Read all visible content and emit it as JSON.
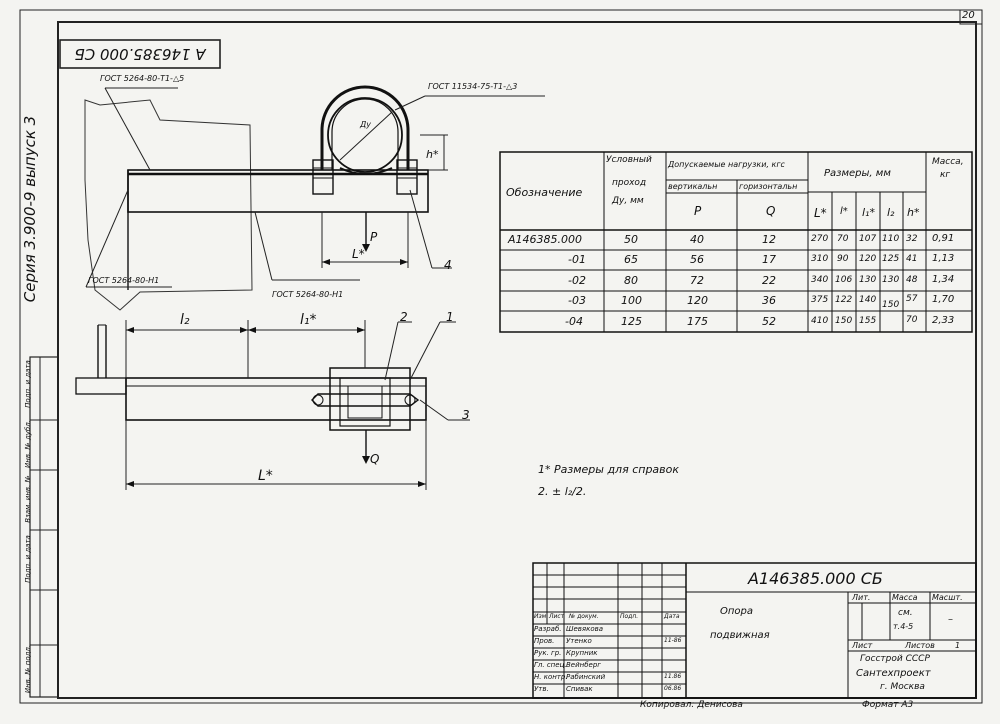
{
  "page_number": "20",
  "side_series": "Серия 3.900-9 выпуск 3",
  "side_stamps": [
    "Инв. № подл.",
    "Подп. и дата",
    "Взам. инв. №",
    "Инв. № дубл.",
    "Подп. и дата"
  ],
  "mirror_code": "А 146385.000 СБ",
  "callouts": {
    "weld_top": "ГОСТ 5264-80-Т1-△5",
    "weld_u": "ГОСТ 11534-75-Т1-△3",
    "weld_left": "ГОСТ 5264-80-Н1",
    "weld_bottom": "ГОСТ 5264-80-Н1",
    "dim_R": "Ду",
    "dim_h": "h*",
    "dim_L1": "L*",
    "dim_L2": "L*",
    "dim_l2": "l₂",
    "dim_l1": "l₁*",
    "load_P": "P",
    "load_Q": "Q",
    "pos1": "1",
    "pos2": "2",
    "pos3": "3",
    "pos4": "4"
  },
  "table": {
    "h_designation": "Обозначение",
    "h_dn": [
      "Условный",
      "проход",
      "Ду, мм"
    ],
    "h_loads": "Допускаемые нагрузки, кгс",
    "h_vert": "вертикальн",
    "h_horiz": "горизонтальн",
    "h_P": "P",
    "h_Q": "Q",
    "h_dims": "Размеры, мм",
    "h_sub": [
      "L*",
      "l*",
      "l₁*",
      "l₂",
      "h*"
    ],
    "h_mass": [
      "Масса,",
      "кг"
    ],
    "rows": [
      [
        "А146385.000",
        "50",
        "40",
        "12",
        "270",
        "70",
        "107",
        "110",
        "32",
        "0,91"
      ],
      [
        "-01",
        "65",
        "56",
        "17",
        "310",
        "90",
        "120",
        "125",
        "41",
        "1,13"
      ],
      [
        "-02",
        "80",
        "72",
        "22",
        "340",
        "106",
        "130",
        "130",
        "48",
        "1,34"
      ],
      [
        "-03",
        "100",
        "120",
        "36",
        "375",
        "122",
        "140",
        "150",
        "57",
        "1,70"
      ],
      [
        "-04",
        "125",
        "175",
        "52",
        "410",
        "150",
        "155",
        "",
        "70",
        "2,33"
      ]
    ]
  },
  "notes": [
    "1* Размеры для справок",
    "2. ± l₂/2."
  ],
  "title_block": {
    "code": "А146385.000 СБ",
    "name": [
      "Опора",
      "подвижная"
    ],
    "roles": [
      "Изм",
      "Лист",
      "№ докум.",
      "Подп.",
      "Дата"
    ],
    "staff": [
      [
        "Разраб.",
        "Шевякова",
        "",
        ""
      ],
      [
        "Пров.",
        "Утенко",
        "",
        "11-86"
      ],
      [
        "Рук. гр.",
        "Крупник",
        "",
        ""
      ],
      [
        "Гл. спец.",
        "Вейнберг",
        "",
        ""
      ],
      [
        "Н. контр.",
        "Рабинский",
        "",
        "11.86"
      ],
      [
        "Утв.",
        "Спивак",
        "",
        "06.86"
      ]
    ],
    "lit": "Лит.",
    "mass": "Масса",
    "scale": "Масшт.",
    "mass_value": "см.",
    "mass_note": "т.4-5",
    "scale_value": "–",
    "sheet": "Лист",
    "sheets": "Листов",
    "sheets_value": "1",
    "org": [
      "Госстрой СССР",
      "Сантехпроект",
      "г. Москва"
    ],
    "copied": "Копировал: Денисова",
    "format": "Формат А3"
  }
}
